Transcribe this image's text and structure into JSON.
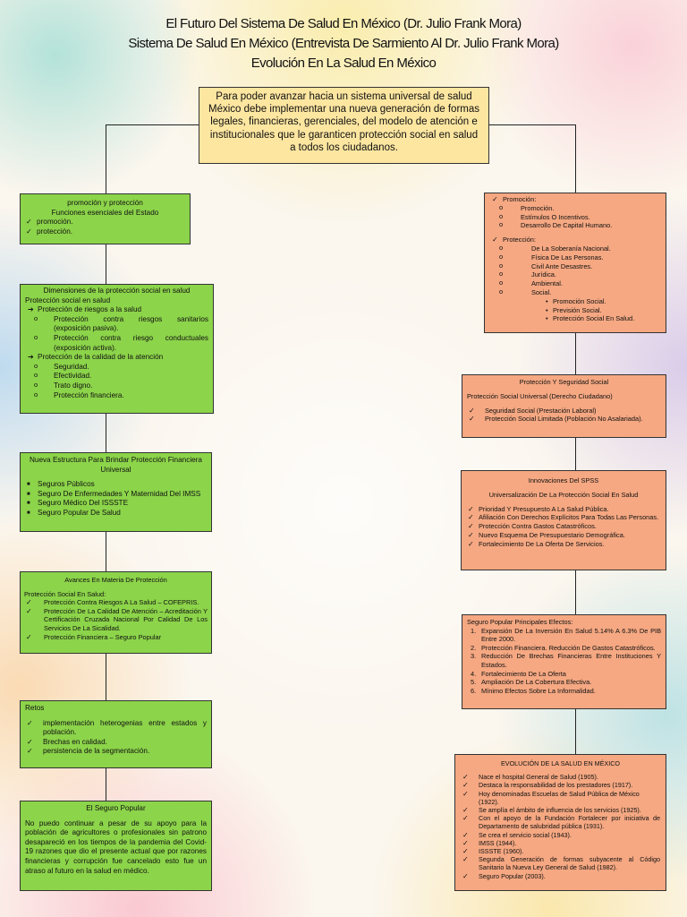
{
  "title": {
    "line1": "El Futuro Del Sistema De Salud En México (Dr. Julio Frank Mora)",
    "line2": "Sistema De Salud En México (Entrevista De Sarmiento Al Dr. Julio Frank Mora)",
    "line3": "Evolución En La Salud En México"
  },
  "intro": "Para poder avanzar hacia un sistema universal de salud México debe implementar una nueva generación de formas legales, financieras, gerenciales, del modelo de atención e institucionales que le garanticen protección social en salud a todos los ciudadanos.",
  "left": {
    "b1": {
      "t1": "promoción y protección",
      "t2": "Funciones esenciales del Estado",
      "items": [
        "promoción.",
        "protección."
      ]
    },
    "b2": {
      "t1": "Dimensiones de la protección social en salud",
      "t2": "Protección social en salud",
      "a1": "Protección de riesgos a la salud",
      "a1_items": [
        "Protección contra riesgos sanitarios (exposición pasiva).",
        "Protección contra riesgo conductuales (exposición activa)."
      ],
      "a2": "Protección de la calidad de la atención",
      "a2_items": [
        "Seguridad.",
        "Efectividad.",
        "Trato digno.",
        "Protección financiera."
      ]
    },
    "b3": {
      "t1": "Nueva Estructura Para Brindar Protección Financiera Universal",
      "items": [
        "Seguros Públicos",
        "Seguro De Enfermedades Y Maternidad Del IMSS",
        "Seguro Médico Del ISSSTE",
        "Seguro Popular De Salud"
      ]
    },
    "b4": {
      "t1": "Avances En Materia De Protección",
      "t2": "Protección Social En Salud:",
      "items": [
        "Protección Contra Riesgos A La Salud – COFEPRIS.",
        "Protección De La Calidad De Atención – Acreditación Y Certificación Cruzada Nacional Por Calidad De Los Servicios De La Sicalidad.",
        "Protección Financiera – Seguro Popular"
      ]
    },
    "b5": {
      "t1": "Retos",
      "items": [
        "implementación heterogenias entre estados y población.",
        "Brechas en calidad.",
        "persistencia de la segmentación."
      ]
    },
    "b6": {
      "t1": "El Seguro Popular",
      "text": "No puedo continuar a pesar de su apoyo para la población de agricultores o profesionales sin patrono desapareció en los tiempos de la pandemia del Covid-19 razones que dio el presente actual que por razones financieras y corrupción fue cancelado esto fue un atraso al futuro en la salud en médico."
    }
  },
  "right": {
    "b1": {
      "h1": "Promoción:",
      "h1_items": [
        "Promoción.",
        "Estímulos O Incentivos.",
        "Desarrollo De Capital Humano."
      ],
      "h2": "Protección:",
      "h2_items": [
        "De La Soberanía Nacional.",
        "Física De Las Personas.",
        "Civil Ante Desastres.",
        "Jurídica.",
        "Ambiental.",
        "Social."
      ],
      "social_items": [
        "Promoción Social.",
        "Previsión Social.",
        "Protección Social En Salud."
      ]
    },
    "b2": {
      "t1": "Protección Y Seguridad Social",
      "t2": "Protección Social Universal (Derecho Ciudadano)",
      "items": [
        "Seguridad Social (Prestación Laboral)",
        "Protección Social Limitada (Población No Asalariada)."
      ]
    },
    "b3": {
      "t1": "Innovaciones Del SPSS",
      "t2": "Universalización De La Protección Social En Salud",
      "items": [
        "Prioridad Y Presupuesto A La Salud Pública.",
        "Afiliación Con Derechos Explícitos Para Todas Las Personas.",
        "Protección Contra Gastos Catastróficos.",
        "Nuevo Esquema De Presupuestario Demográfica.",
        "Fortalecimiento De La Oferta De Servicios."
      ]
    },
    "b4": {
      "t1": "Seguro Popular Principales Efectos:",
      "items": [
        "Expansión De La Inversión En Salud 5.14% A 6.3% De PIB Entre 2000.",
        "Protección Financiera. Reducción De Gastos Catastróficos.",
        "Reducción De Brechas Financieras Entre Instituciones Y Estados.",
        "Fortalecimiento De La Oferta",
        "Ampliación De La Cobertura Efectiva.",
        "Mínimo Efectos Sobre La Informalidad."
      ]
    },
    "b5": {
      "t1": "EVOLUCIÓN DE LA SALUD EN MÉXICO",
      "items": [
        "Nace el hospital General de Salud (1905).",
        "Destaca la responsabilidad de los prestadores (1917).",
        "Hoy denominadas Escuelas de Salud Pública de México (1922).",
        "Se amplía el ámbito de influencia de los servicios (1925).",
        "Con el apoyo de la Fundación Fortalecer por iniciativa de Departamento de salubridad pública (1931).",
        "Se crea el servicio social (1943).",
        "IMSS (1944).",
        "ISSSTE (1960).",
        "Segunda Generación de formas subyacente al Código Sanitario la Nueva Ley General de Salud (1982).",
        "Seguro Popular (2003)."
      ]
    }
  }
}
